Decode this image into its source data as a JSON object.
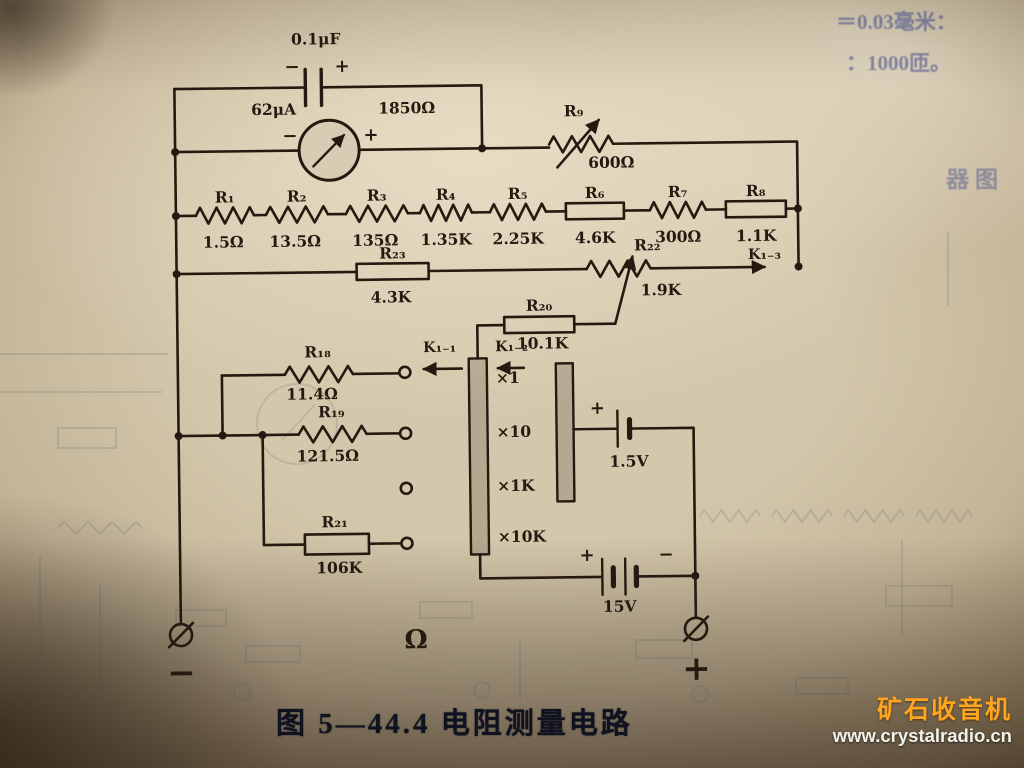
{
  "caption": "图 5—44.4  电阻测量电路",
  "watermark": {
    "line1": "矿石收音机",
    "line2": "www.crystalradio.cn"
  },
  "ghost": {
    "line1": "＝0.03毫米：",
    "line2": "：1000匝。",
    "side": "器图"
  },
  "circuit": {
    "capacitor": {
      "value": "0.1μF",
      "neg": "−",
      "pos": "+"
    },
    "meter": {
      "current": "62μA",
      "resistance": "1850Ω",
      "neg": "−",
      "pos": "+"
    },
    "pot_top": {
      "name": "R₉",
      "value": "600Ω"
    },
    "series": [
      {
        "name": "R₁",
        "value": "1.5Ω"
      },
      {
        "name": "R₂",
        "value": "13.5Ω"
      },
      {
        "name": "R₃",
        "value": "135Ω"
      },
      {
        "name": "R₄",
        "value": "1.35K"
      },
      {
        "name": "R₅",
        "value": "2.25K"
      },
      {
        "name": "R₆",
        "value": "4.6K"
      },
      {
        "name": "R₇",
        "value": "300Ω"
      },
      {
        "name": "R₈",
        "value": "1.1K"
      }
    ],
    "k13": "K₁₋₃",
    "r23": {
      "name": "R₂₃",
      "value": "4.3K"
    },
    "r22": {
      "name": "R₂₂",
      "value": "1.9K"
    },
    "r20": {
      "name": "R₂₀",
      "value": "10.1K"
    },
    "r18": {
      "name": "R₁₈",
      "value": "11.4Ω"
    },
    "r19": {
      "name": "R₁₉",
      "value": "121.5Ω"
    },
    "r21": {
      "name": "R₂₁",
      "value": "106K"
    },
    "k11": "K₁₋₁",
    "k12": "K₁₋₂",
    "ranges": [
      "×1",
      "×10",
      "×1K",
      "×10K"
    ],
    "battery1": {
      "pos": "+",
      "value": "1.5V"
    },
    "battery2": {
      "pos": "+",
      "neg": "−",
      "value": "15V"
    },
    "terminals": {
      "neg": "−",
      "ohm": "Ω",
      "pos": "+"
    }
  }
}
